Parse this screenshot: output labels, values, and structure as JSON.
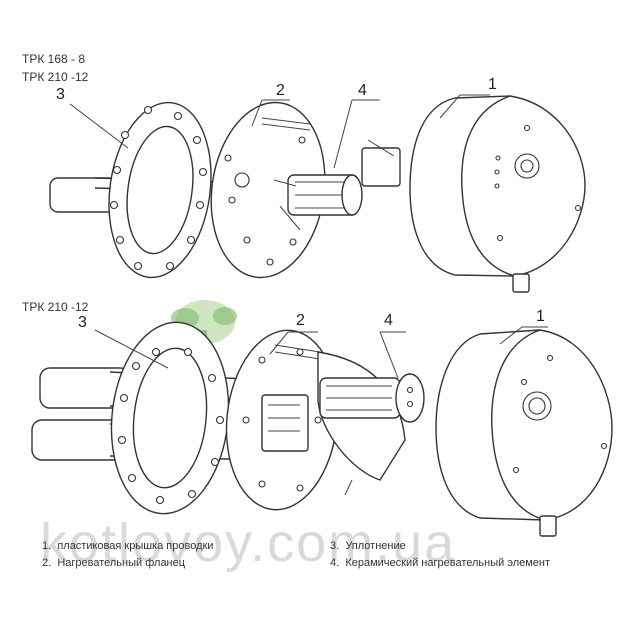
{
  "models_top": [
    "ТРК 168 - 8",
    "ТРК 210 -12"
  ],
  "model_bottom": "ТРК 210 -12",
  "top_labels": {
    "n1": "1",
    "n2": "2",
    "n3": "3",
    "n4": "4"
  },
  "bottom_labels": {
    "n1": "1",
    "n2": "2",
    "n3": "3",
    "n4": "4"
  },
  "legend": [
    {
      "num": "1.",
      "text": "пластиковая крышка проводки"
    },
    {
      "num": "2.",
      "text": "Нагревательный фланец"
    },
    {
      "num": "3.",
      "text": "Уплотнение"
    },
    {
      "num": "4.",
      "text": "Керамический нагревательный элемент"
    }
  ],
  "watermark": "kotlovoy.com.ua",
  "colors": {
    "line": "#333333",
    "logo_green": "#6aa84f"
  }
}
